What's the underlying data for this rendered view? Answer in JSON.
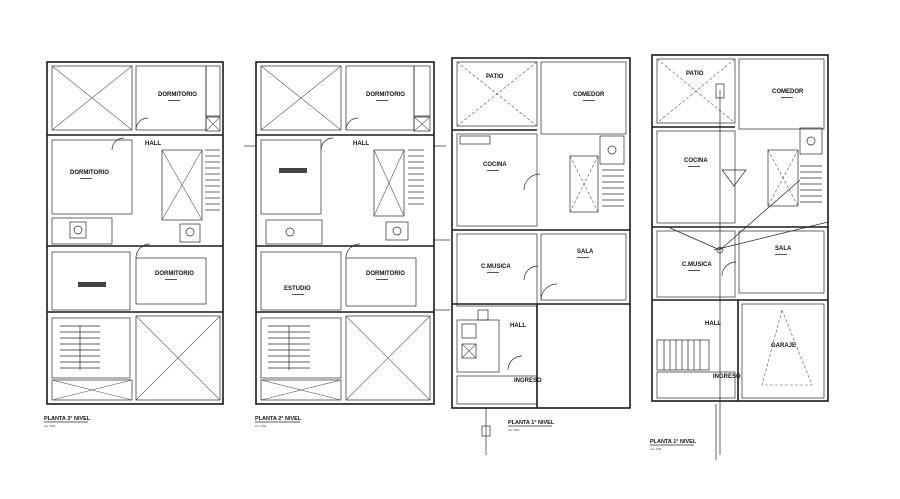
{
  "plans": [
    {
      "caption": "PLANTA 3° NIVEL",
      "rooms": [
        "DORMITORIO",
        "HALL",
        "DORMITORIO",
        "DORMITORIO"
      ]
    },
    {
      "caption": "PLANTA 2° NIVEL",
      "rooms": [
        "DORMITORIO",
        "HALL",
        "ESTUDIO",
        "DORMITORIO"
      ]
    },
    {
      "caption": "PLANTA 1° NIVEL",
      "rooms": [
        "PATIO",
        "COMEDOR",
        "COCINA",
        "SALA",
        "C.MUSICA",
        "HALL",
        "INGRESO"
      ]
    },
    {
      "caption": "PLANTA 1° NIVEL",
      "rooms": [
        "PATIO",
        "COMEDOR",
        "COCINA",
        "SALA",
        "C.MUSICA",
        "HALL",
        "GARAJE",
        "INGRESO"
      ]
    }
  ]
}
